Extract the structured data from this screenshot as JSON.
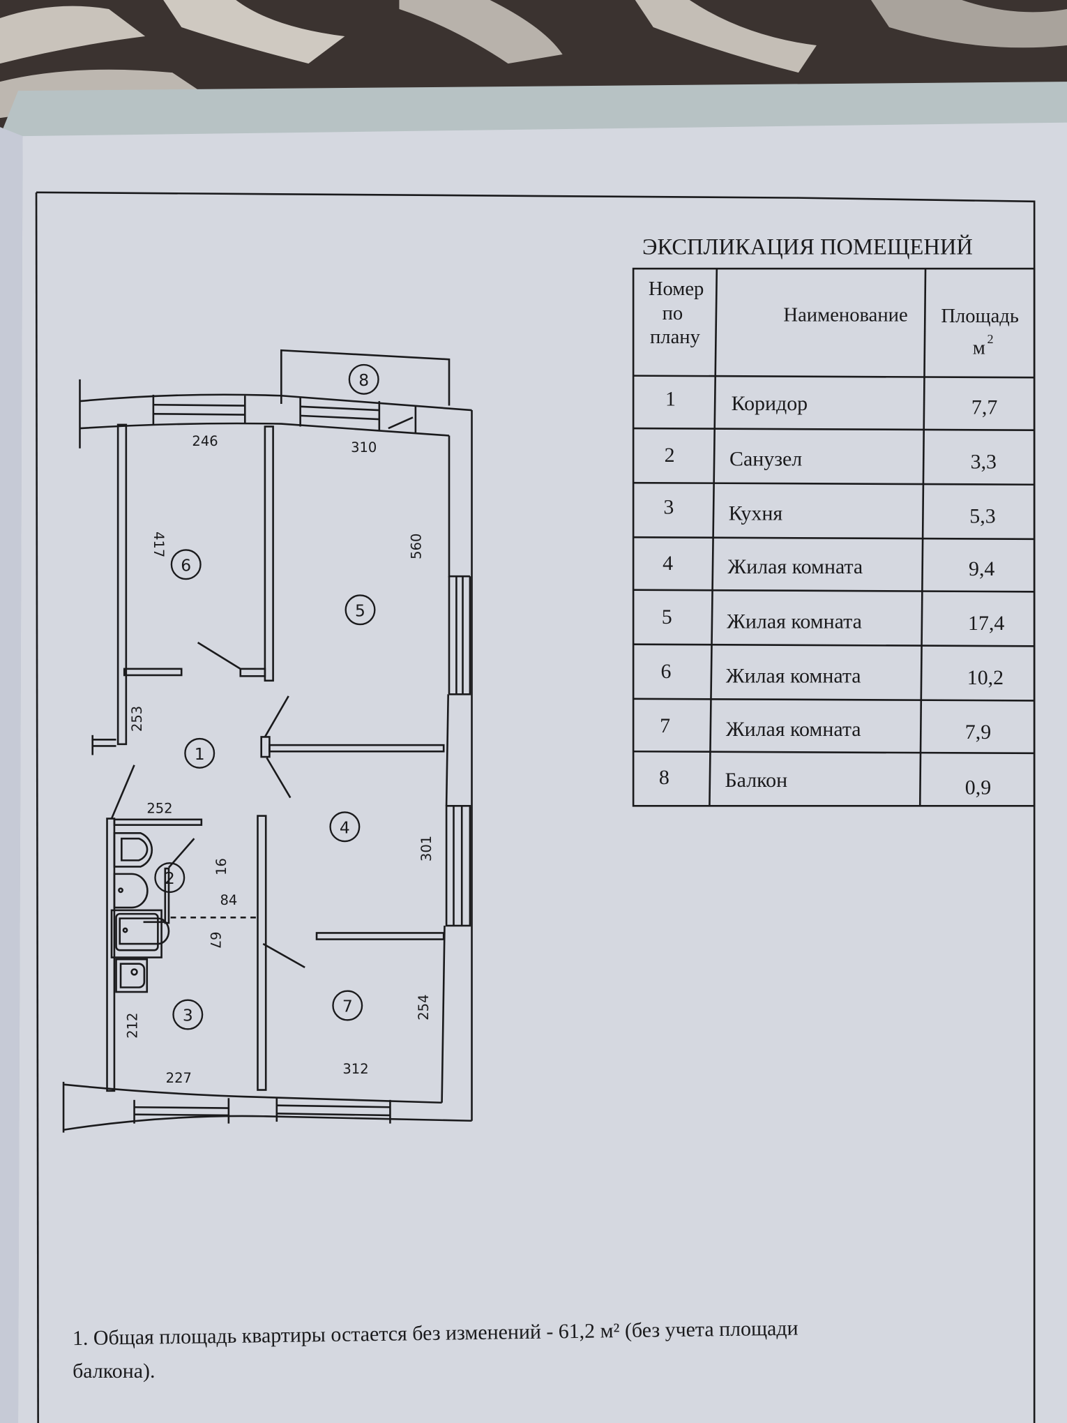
{
  "explication": {
    "title": "ЭКСПЛИКАЦИЯ ПОМЕЩЕНИЙ",
    "headers": {
      "number": [
        "Номер",
        "по",
        "плану"
      ],
      "name": "Наименование",
      "area": [
        "Площадь",
        "м",
        "2"
      ]
    },
    "rows": [
      {
        "num": "1",
        "name": "Коридор",
        "area": "7,7"
      },
      {
        "num": "2",
        "name": "Санузел",
        "area": "3,3"
      },
      {
        "num": "3",
        "name": "Кухня",
        "area": "5,3"
      },
      {
        "num": "4",
        "name": "Жилая комната",
        "area": "9,4"
      },
      {
        "num": "5",
        "name": "Жилая комната",
        "area": "17,4"
      },
      {
        "num": "6",
        "name": "Жилая комната",
        "area": "10,2"
      },
      {
        "num": "7",
        "name": "Жилая комната",
        "area": "7,9"
      },
      {
        "num": "8",
        "name": "Балкон",
        "area": "0,9"
      }
    ]
  },
  "plan": {
    "room_markers": [
      "1",
      "2",
      "3",
      "4",
      "5",
      "6",
      "7",
      "8"
    ],
    "dimensions": {
      "d246": "246",
      "d310": "310",
      "d417": "417",
      "d560": "560",
      "d253": "253",
      "d252": "252",
      "d16": "16",
      "d84": "84",
      "d67": "67",
      "d301": "301",
      "d212": "212",
      "d227": "227",
      "d312": "312",
      "d254": "254"
    }
  },
  "note": {
    "line1": "1. Общая площадь квартиры остается без изменений - 61,2 м² (без учета площади",
    "line2": "балкона)."
  },
  "colors": {
    "paper": "#d5d8e0",
    "ink": "#1a1a1c",
    "fabric": "#3b3330"
  }
}
